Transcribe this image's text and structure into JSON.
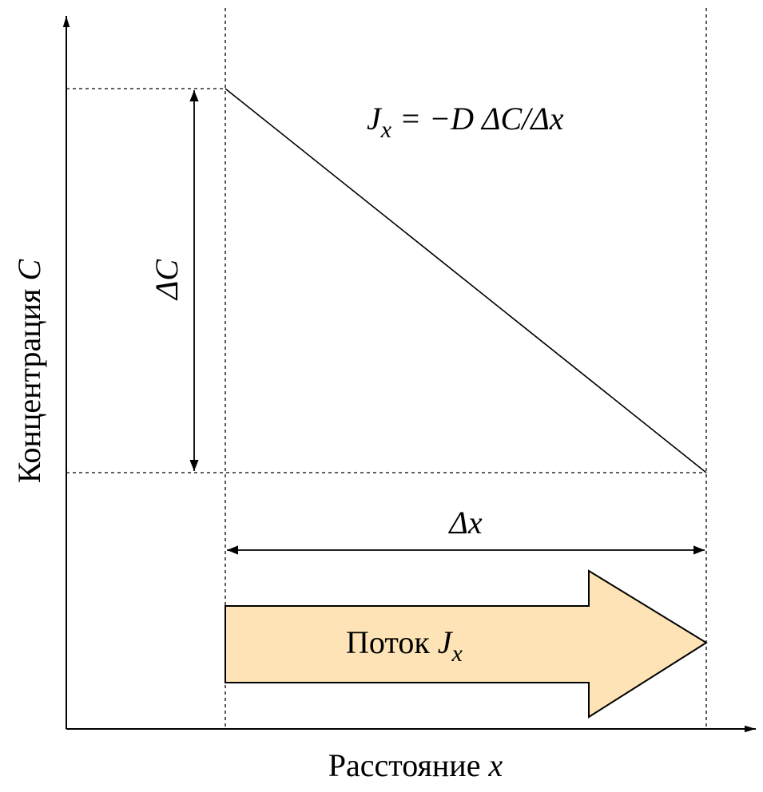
{
  "axes": {
    "y_label": "Концентрация",
    "y_var": "C",
    "x_label": "Расстояние",
    "x_var": "x"
  },
  "formula": {
    "lhs": "J",
    "lhs_sub": "x",
    "rhs": "= −D ΔC/Δx"
  },
  "delta_c": "ΔC",
  "delta_x": "Δx",
  "flux": {
    "label": "Поток",
    "var": "J",
    "sub": "x"
  },
  "colors": {
    "flux_fill": "#FDE3B5",
    "stroke": "#000000"
  }
}
